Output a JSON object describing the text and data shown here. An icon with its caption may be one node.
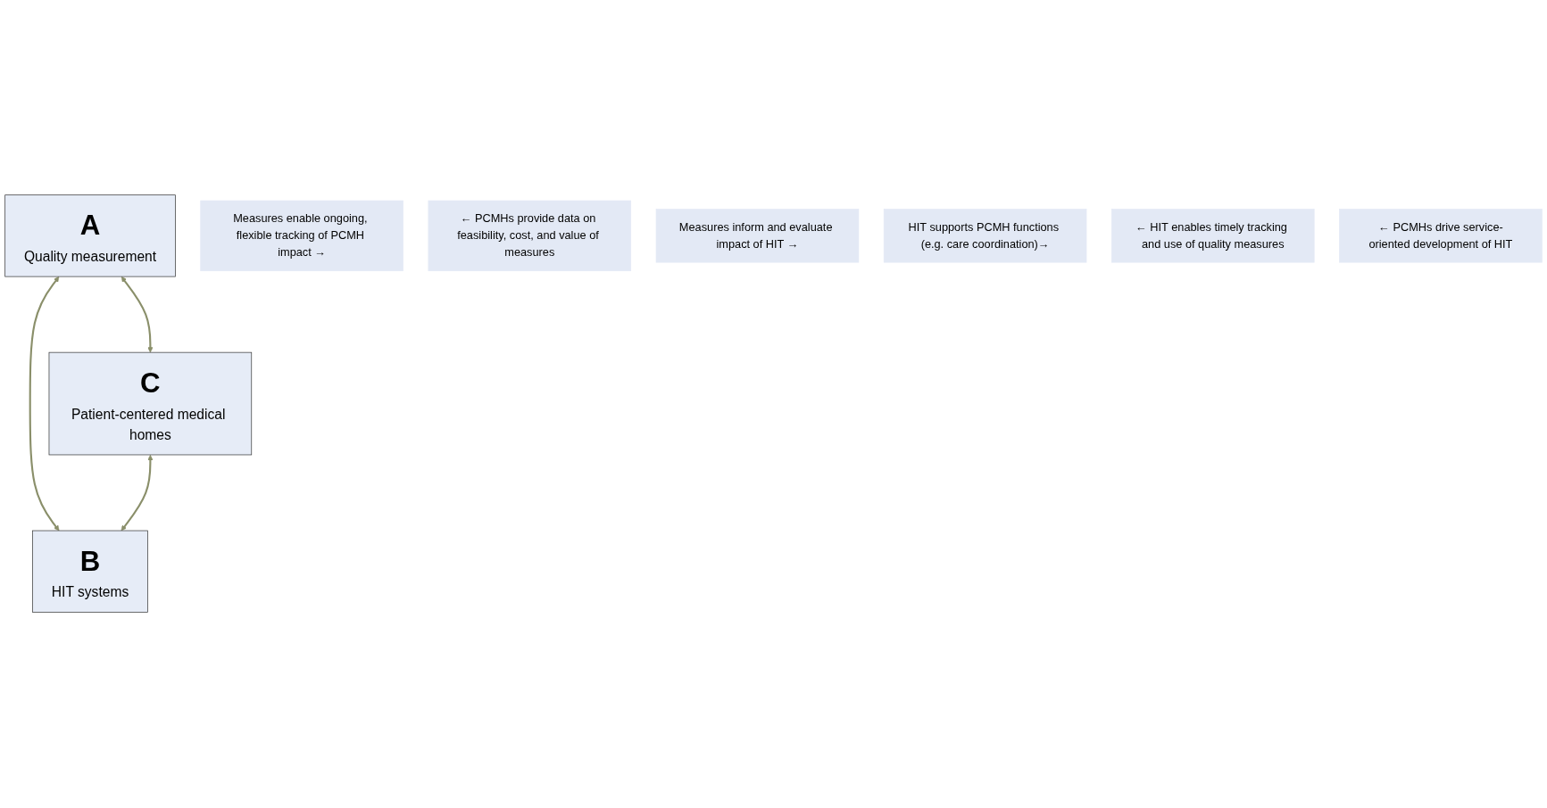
{
  "diagram": {
    "nodes": [
      {
        "text": [
          "A",
          "Quality measurement"
        ]
      },
      {
        "text": [
          "Measures enable ongoing, flexible tracking of PCMH impact →"
        ]
      },
      {
        "text": [
          "C",
          "Patient-centered medical homes"
        ]
      },
      {
        "text": [
          "← PCMHs provide data on feasibility, cost, and value of measures"
        ]
      },
      {
        "text": [
          "Measures inform and evaluate impact of HIT →"
        ]
      },
      {
        "text": [
          "HIT supports PCMH functions (e.g. care coordination)→"
        ]
      },
      {
        "text": [
          "← HIT enables timely tracking and use of quality measures"
        ]
      },
      {
        "text": [
          "← PCMHs drive service-oriented development of HIT"
        ]
      },
      {
        "text": [
          "B",
          "HIT systems"
        ]
      }
    ],
    "edges": [
      {
        "from": 0,
        "to": 2,
        "arrow": "both"
      },
      {
        "from": 0,
        "to": 8,
        "arrow": "both"
      },
      {
        "from": 2,
        "to": 8,
        "arrow": "both"
      }
    ]
  }
}
